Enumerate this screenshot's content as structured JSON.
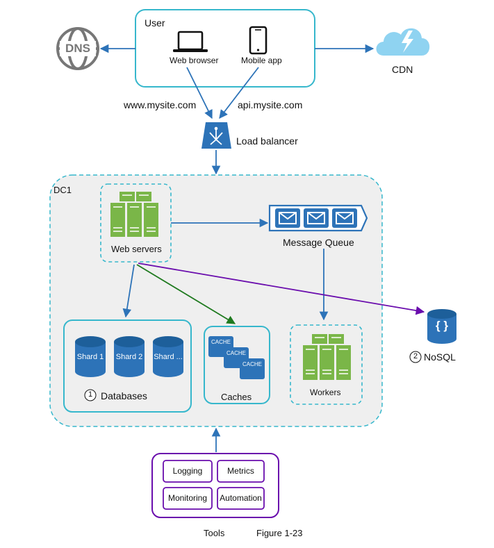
{
  "user": {
    "title": "User",
    "web_browser": "Web browser",
    "mobile_app": "Mobile app"
  },
  "dns": {
    "label": "DNS"
  },
  "cdn": {
    "label": "CDN"
  },
  "domains": {
    "www": "www.mysite.com",
    "api": "api.mysite.com"
  },
  "load_balancer": {
    "label": "Load balancer"
  },
  "dc": {
    "label": "DC1"
  },
  "web_servers": {
    "label": "Web servers"
  },
  "message_queue": {
    "label": "Message Queue"
  },
  "databases": {
    "label": "Databases",
    "number": "1",
    "shards": [
      "Shard 1",
      "Shard 2",
      "Shard ..."
    ]
  },
  "caches": {
    "label": "Caches",
    "tiles": [
      "CACHE",
      "CACHE",
      "CACHE"
    ]
  },
  "workers": {
    "label": "Workers"
  },
  "nosql": {
    "label": "NoSQL",
    "number": "2"
  },
  "tools": {
    "label": "Tools",
    "items": [
      "Logging",
      "Metrics",
      "Monitoring",
      "Automation"
    ]
  },
  "figure": {
    "caption": "Figure 1-23"
  },
  "colors": {
    "teal": "#36b7cc",
    "blue": "#2d73b8",
    "green": "#7ab648",
    "purple": "#6a0dad",
    "darkgreen": "#1f7a1f",
    "grey_fill": "#efefef",
    "dns_grey": "#777777",
    "cdn_blue": "#8fd3f1"
  }
}
